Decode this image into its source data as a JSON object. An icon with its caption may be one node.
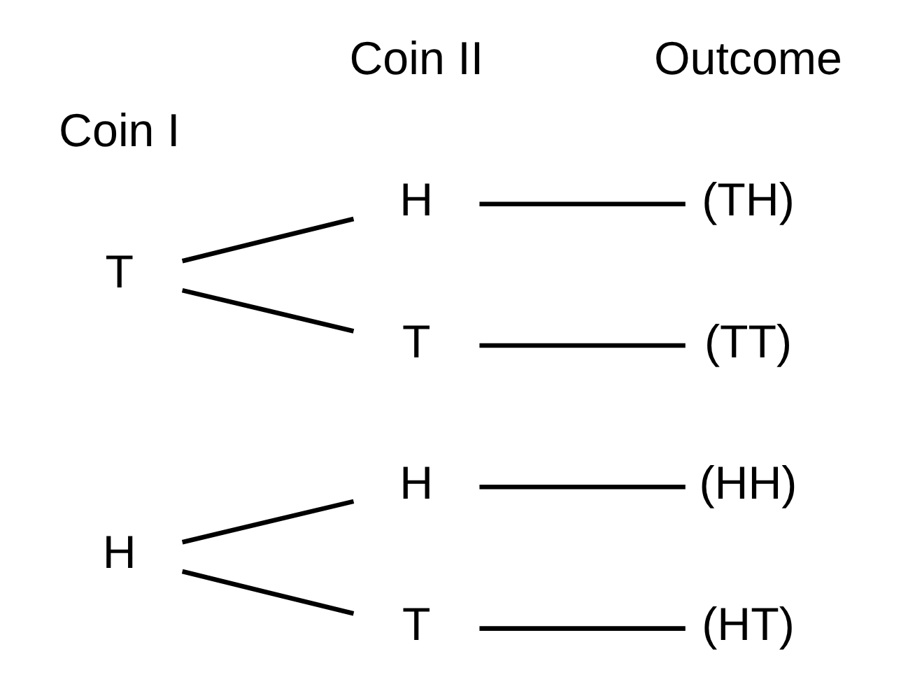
{
  "diagram": {
    "nodes": [
      {
        "text": [
          "H"
        ]
      },
      {
        "text": [
          "H"
        ]
      },
      {
        "text": [
          "T"
        ]
      },
      {
        "text": [
          "(HH)"
        ]
      },
      {
        "text": [
          "(HT)"
        ]
      },
      {
        "text": [
          "T"
        ]
      },
      {
        "text": [
          "H"
        ]
      },
      {
        "text": [
          "T"
        ]
      },
      {
        "text": [
          "(TH)"
        ]
      },
      {
        "text": [
          "(TT)"
        ]
      }
    ],
    "edges": [
      {
        "from": 0,
        "to": 1,
        "arrow": "none"
      },
      {
        "from": 0,
        "to": 2,
        "arrow": "none"
      },
      {
        "from": 1,
        "to": 3,
        "arrow": "none"
      },
      {
        "from": 2,
        "to": 4,
        "arrow": "none"
      },
      {
        "from": 5,
        "to": 6,
        "arrow": "none"
      },
      {
        "from": 5,
        "to": 7,
        "arrow": "none"
      },
      {
        "from": 6,
        "to": 8,
        "arrow": "none"
      },
      {
        "from": 7,
        "to": 9,
        "arrow": "none"
      }
    ],
    "labels": [
      "Coin II",
      "Outcome",
      "Coin I"
    ]
  }
}
